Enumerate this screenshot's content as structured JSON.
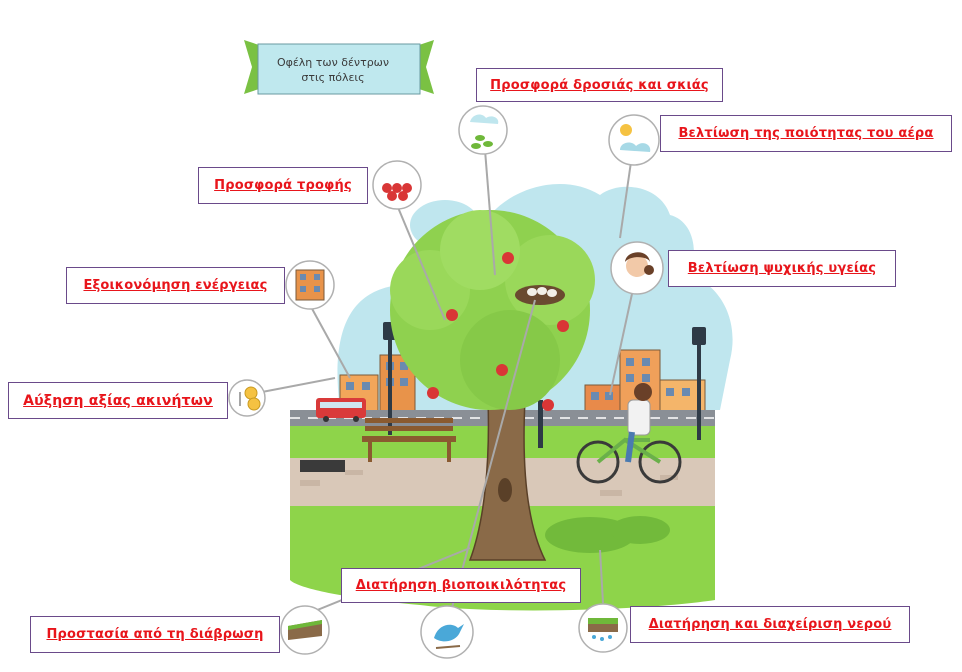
{
  "banner": {
    "line1": "Οφέλη των δέντρων",
    "line2": "στις πόλεις"
  },
  "labels": {
    "shade": "Προσφορά δροσιάς και σκιάς",
    "air": "Βελτίωση της ποιότητας του αέρα",
    "food": "Προσφορά τροφής",
    "mental": "Βελτίωση ψυχικής υγείας",
    "energy": "Εξοικονόμηση ενέργειας",
    "property": "Αύξηση αξίας ακινήτων",
    "biodiversity": "Διατήρηση βιοποικιλότητας",
    "erosion": "Προστασία από τη διάβρωση",
    "water": "Διατήρηση και διαχείριση νερού"
  },
  "colors": {
    "label_text": "#e8151b",
    "label_border": "#6a4a8a",
    "tree_foliage": "#8fd14f",
    "sky": "#bfe6ee",
    "grass": "#8ed44a",
    "banner": "#bfe8ee"
  },
  "icons": [
    "sun-cloud-leaves-icon",
    "sun-cloud-icon",
    "apples-icon",
    "person-head-icon",
    "building-icon",
    "coins-icon",
    "bird-icon",
    "soil-erosion-icon",
    "water-drops-icon"
  ]
}
